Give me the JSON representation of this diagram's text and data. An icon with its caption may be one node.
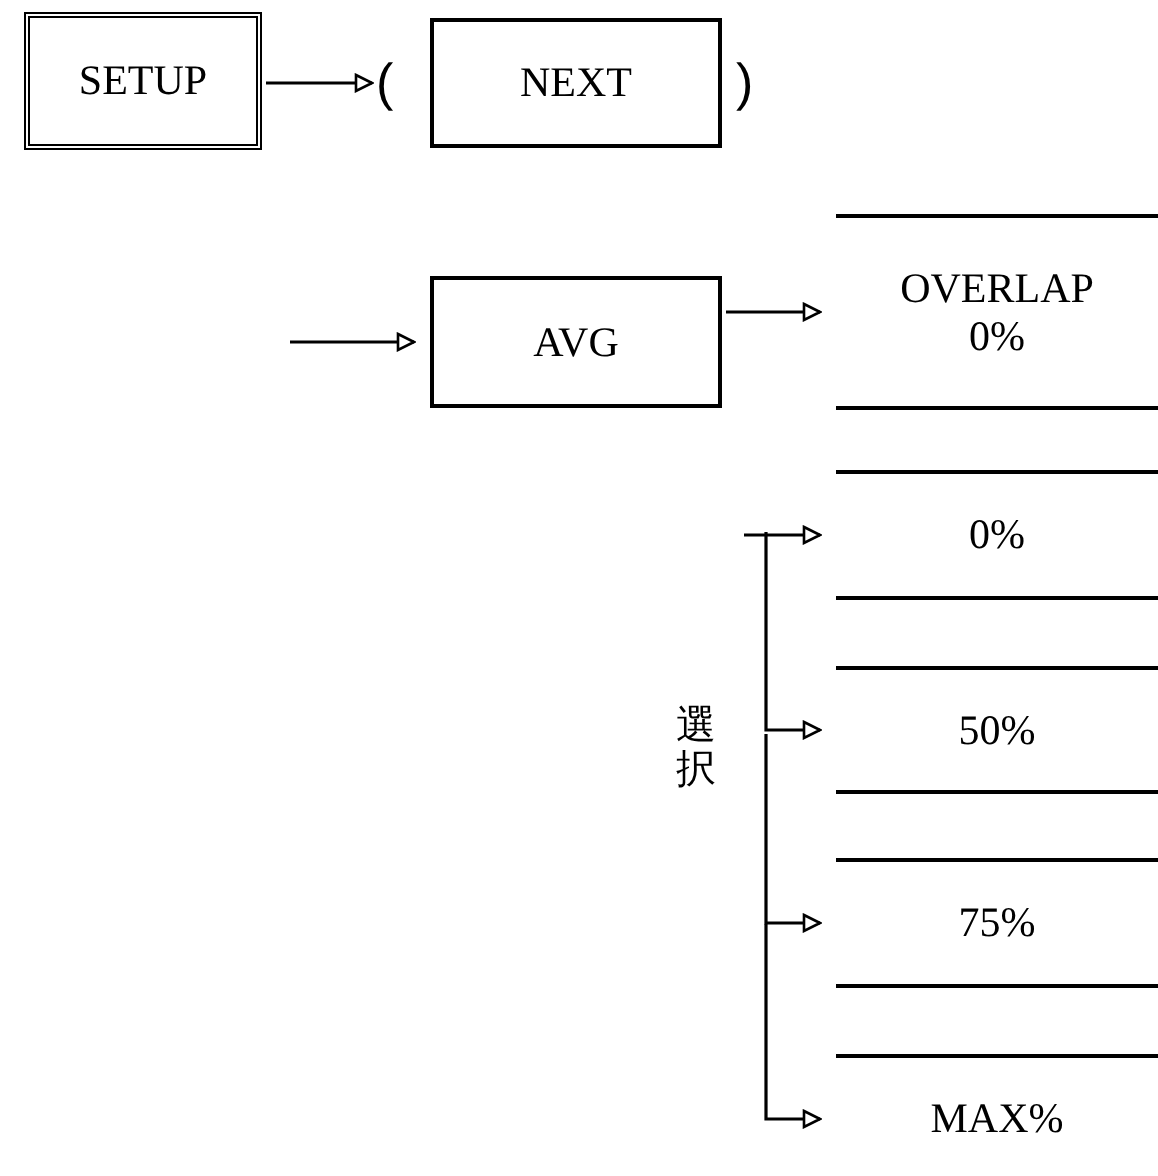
{
  "diagram": {
    "nodes": [
      {
        "text": [
          "SETUP"
        ]
      },
      {
        "text": [
          "NEXT"
        ]
      },
      {
        "text": [
          "AVG"
        ]
      },
      {
        "text": [
          "OVERLAP 0%"
        ]
      },
      {
        "text": [
          "0%"
        ]
      },
      {
        "text": [
          "50%"
        ]
      },
      {
        "text": [
          "75%"
        ]
      },
      {
        "text": [
          "MAX%"
        ]
      }
    ],
    "edges": [
      {
        "from": 0,
        "to": 1,
        "arrow": "to"
      },
      {
        "from": null,
        "to": 2,
        "arrow": "to"
      },
      {
        "from": 2,
        "to": 3,
        "arrow": "to"
      },
      {
        "from": null,
        "to": 4,
        "arrow": "to"
      },
      {
        "from": null,
        "to": 5,
        "arrow": "to"
      },
      {
        "from": null,
        "to": 6,
        "arrow": "to"
      },
      {
        "from": null,
        "to": 7,
        "arrow": "to"
      }
    ],
    "labels": [
      "(",
      ")",
      "選択"
    ]
  }
}
